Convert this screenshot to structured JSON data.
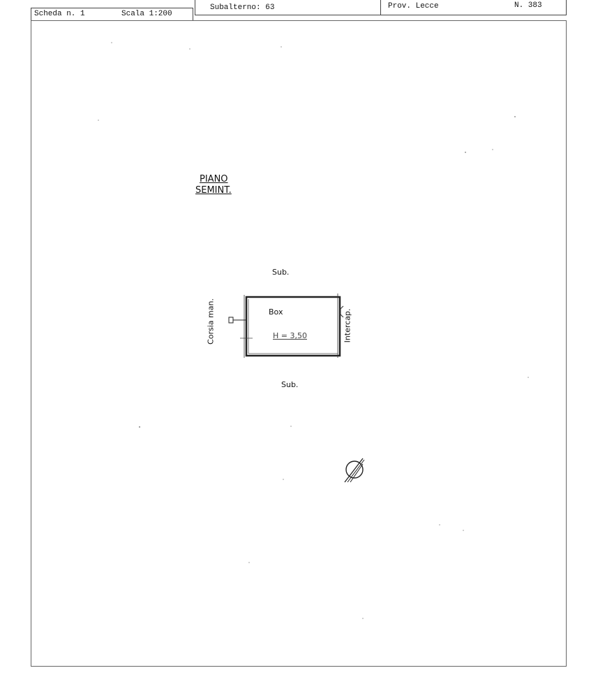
{
  "header": {
    "scheda": "Scheda n. 1",
    "scala": "Scala 1:200",
    "subalterno": "Subalterno: 63",
    "provincia": "Prov. Lecce",
    "numero": "N. 383"
  },
  "plan": {
    "floor_line1": "PIANO",
    "floor_line2": "SEMINT.",
    "sub_top": "Sub.",
    "sub_bottom": "Sub.",
    "left_label": "Corsia man.",
    "right_label": "Intercap.",
    "room_label": "Box",
    "height_label": "H = 3,50"
  },
  "icons": {
    "north": "north-arrow-icon"
  }
}
